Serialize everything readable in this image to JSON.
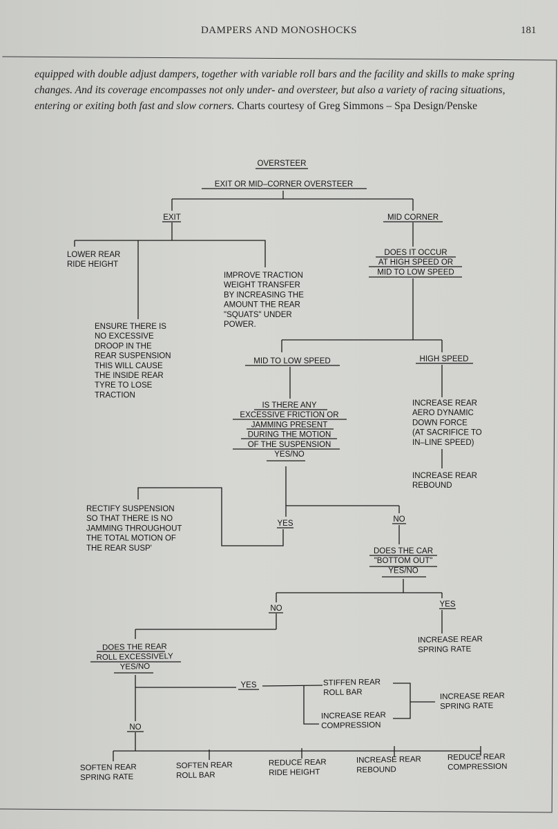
{
  "header": {
    "running_title": "DAMPERS AND MONOSHOCKS",
    "page_number": "181"
  },
  "caption": {
    "italic": "equipped with double adjust dampers, together with variable roll bars and the facility and skills to make spring changes. And its coverage encompasses not only under- and oversteer, but also a variety of racing situations, entering or exiting both fast and slow corners.",
    "regular": "Charts courtesy of Greg Simmons – Spa Design/Penske"
  },
  "flowchart": {
    "oversteer": [
      "OVERSTEER"
    ],
    "exit_or_mid": [
      "EXIT OR MID–CORNER OVERSTEER"
    ],
    "exit": [
      "EXIT"
    ],
    "mid_corner": [
      "MID CORNER"
    ],
    "lower_ride_height": [
      "LOWER REAR",
      "RIDE HEIGHT"
    ],
    "ensure_droop": [
      "ENSURE THERE IS",
      "NO EXCESSIVE",
      "DROOP IN THE",
      "REAR SUSPENSION",
      "THIS WILL CAUSE",
      "THE INSIDE REAR",
      "TYRE TO LOSE",
      "TRACTION"
    ],
    "improve_traction": [
      "IMPROVE TRACTION",
      "WEIGHT TRANSFER",
      "BY INCREASING THE",
      "AMOUNT THE REAR",
      "\"SQUATS\" UNDER",
      "POWER."
    ],
    "does_it_occur": [
      "DOES IT OCCUR",
      "AT HIGH SPEED OR",
      "MID TO LOW SPEED"
    ],
    "mid_to_low_speed": [
      "MID TO LOW SPEED"
    ],
    "high_speed": [
      "HIGH SPEED"
    ],
    "friction_question": [
      "IS THERE ANY",
      "EXCESSIVE FRICTION OR",
      "JAMMING PRESENT",
      "DURING THE MOTION",
      "OF THE SUSPENSION",
      "YES/NO"
    ],
    "aero_downforce": [
      "INCREASE REAR",
      "AERO DYNAMIC",
      "DOWN FORCE",
      "(AT SACRIFICE TO",
      "IN–LINE SPEED)"
    ],
    "increase_rebound_high": [
      "INCREASE REAR",
      "REBOUND"
    ],
    "rectify": [
      "RECTIFY SUSPENSION",
      "SO THAT THERE IS NO",
      "JAMMING THROUGHOUT",
      "THE TOTAL MOTION OF",
      "THE REAR SUSP'"
    ],
    "friction_yes": [
      "YES"
    ],
    "friction_no": [
      "NO"
    ],
    "bottom_out": [
      "DOES THE CAR",
      "\"BOTTOM OUT\"",
      "YES/NO"
    ],
    "bottom_no": [
      "NO"
    ],
    "bottom_yes": [
      "YES"
    ],
    "increase_spring_1": [
      "INCREASE REAR",
      "SPRING RATE"
    ],
    "roll_question": [
      "DOES THE REAR",
      "ROLL EXCESSIVELY",
      "YES/NO"
    ],
    "roll_yes": [
      "YES"
    ],
    "stiffen_roll_bar": [
      "STIFFEN REAR",
      "ROLL BAR"
    ],
    "increase_compression": [
      "INCREASE REAR",
      "COMPRESSION"
    ],
    "increase_spring_2": [
      "INCREASE REAR",
      "SPRING RATE"
    ],
    "roll_no": [
      "NO"
    ],
    "soften_spring": [
      "SOFTEN REAR",
      "SPRING RATE"
    ],
    "soften_roll_bar": [
      "SOFTEN REAR",
      "ROLL BAR"
    ],
    "reduce_ride_height": [
      "REDUCE REAR",
      "RIDE HEIGHT"
    ],
    "increase_rebound_2": [
      "INCREASE REAR",
      "REBOUND"
    ],
    "reduce_compression": [
      "REDUCE REAR",
      "COMPRESSION"
    ]
  }
}
